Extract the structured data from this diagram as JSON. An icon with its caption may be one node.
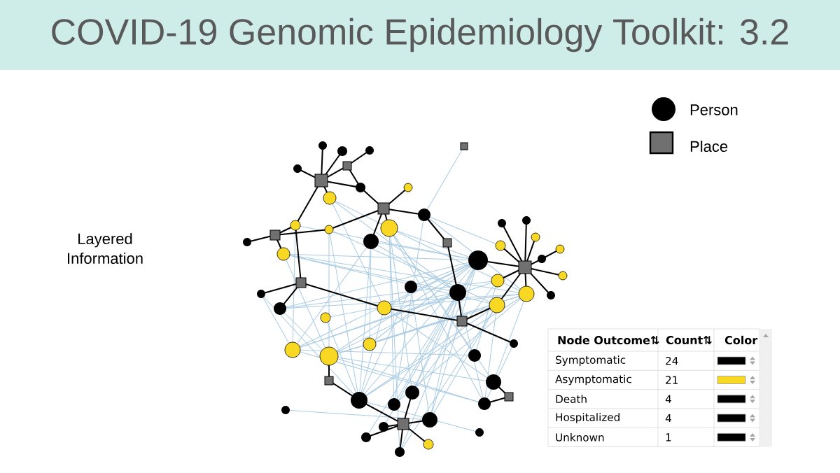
{
  "diagram": {
    "title": "COVID-19 Genomic Epidemiology Toolkit: 3.2",
    "labels": [
      "Layered Information",
      "Node Outcome⇅",
      "Count⇅",
      "Color",
      "Symptomatic",
      "24",
      "Asymptomatic",
      "21",
      "Death",
      "4",
      "Hospitalized",
      "4",
      "Unknown",
      "1"
    ],
    "legend": [
      {
        "text": "Person"
      },
      {
        "text": "Place"
      }
    ]
  }
}
